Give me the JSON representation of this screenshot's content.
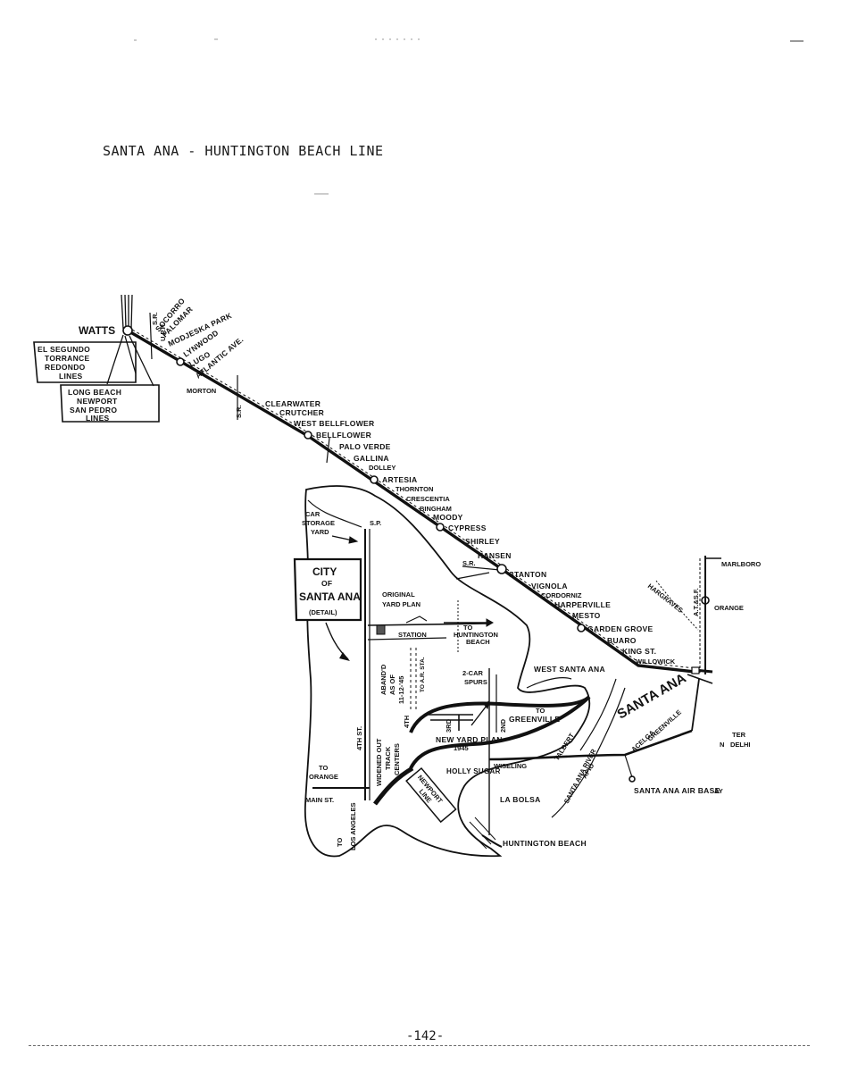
{
  "title": "SANTA ANA - HUNTINGTON BEACH LINE",
  "page_number": "-142-",
  "map": {
    "boxes": {
      "el_segundo": [
        "EL SEGUNDO",
        "TORRANCE",
        "REDONDO",
        "LINES"
      ],
      "long_beach": [
        "LONG BEACH",
        "NEWPORT",
        "SAN PEDRO",
        "LINES"
      ],
      "city_santa_ana": [
        "CITY",
        "OF",
        "SANTA ANA",
        "(DETAIL)"
      ]
    },
    "main_stations": [
      "WATTS",
      "SOCORRO",
      "PALOMAR",
      "MODJESKA PARK",
      "LYNWOOD",
      "LUGO",
      "ATLANTIC AVE.",
      "MORTON",
      "CLEARWATER",
      "CRUTCHER",
      "WEST BELLFLOWER",
      "BELLFLOWER",
      "PALO VERDE",
      "GALLINA",
      "DOLLEY",
      "ARTESIA",
      "THORNTON",
      "CRESCENTIA",
      "BINGHAM",
      "MOODY",
      "CYPRESS",
      "SHIRLEY",
      "HANSEN",
      "STANTON",
      "VIGNOLA",
      "CORDORNIZ",
      "HARPERVILLE",
      "MESTO",
      "GARDEN GROVE",
      "BUARO",
      "KING ST.",
      "WILLOWICK"
    ],
    "south_stations": [
      "WEST SANTA ANA",
      "SANTA ANA",
      "TALBERT",
      "APIO",
      "ACELGA",
      "GREENVILLE",
      "WISELING",
      "HOLLY SUGAR",
      "LA BOLSA",
      "HUNTINGTON BEACH",
      "SANTA ANA AIR BASE"
    ],
    "ne_labels": [
      "MARLBORO",
      "HARGRAVES",
      "ORANGE",
      "A.T.&S.F.",
      "SANTA ANA RIVER"
    ],
    "detail": {
      "car_storage": [
        "CAR",
        "STORAGE",
        "YARD"
      ],
      "original_yard": [
        "ORIGINAL",
        "YARD PLAN"
      ],
      "station": "STATION",
      "to_hb": [
        "TO",
        "HUNTINGTON",
        "BEACH"
      ],
      "abandoned": [
        "ABAND'D",
        "AS OF",
        "11-12-'45"
      ],
      "to_ar": "TO A.R. STA.",
      "spurs": [
        "2-CAR",
        "SPURS"
      ],
      "to_greenville": [
        "TO",
        "GREENVILLE"
      ],
      "new_yard": [
        "NEW YARD PLAN",
        "1945"
      ],
      "widened": [
        "WIDENED OUT",
        "TRACK",
        "CENTERS"
      ],
      "fourth_st": "4TH ST.",
      "fourth": "4TH",
      "third": "3RD",
      "second": "2ND",
      "to_orange": [
        "TO",
        "ORANGE"
      ],
      "main_st": "MAIN ST.",
      "to_la": [
        "TO",
        "LOS ANGELES"
      ],
      "newport_line": [
        "NEWPORT",
        "LINE"
      ],
      "sp": "S.P."
    },
    "abbreviations": {
      "sr": "S.R.",
      "upr": "U.P.R."
    },
    "fragments": [
      "TER",
      "DELHI",
      "AY",
      "N"
    ]
  }
}
